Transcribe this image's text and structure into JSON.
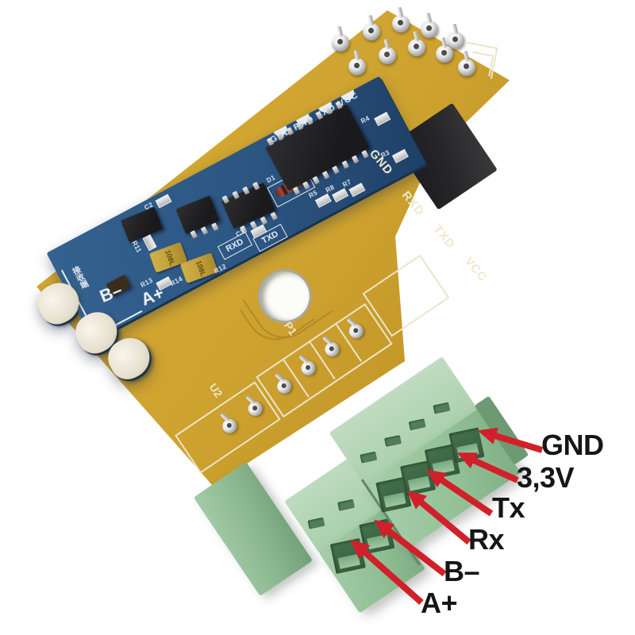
{
  "annotation": {
    "arrow_color": "#d1202a",
    "label_color": "#161616",
    "labels": [
      {
        "text": "GND"
      },
      {
        "text": "3,3V"
      },
      {
        "text": "Tx"
      },
      {
        "text": "Rx"
      },
      {
        "text": "B–"
      },
      {
        "text": "A+"
      }
    ]
  },
  "carrier_board": {
    "connector_labels": [
      "GND",
      "RXD",
      "TXD",
      "VCC"
    ],
    "silk_labels": {
      "p1": "P1",
      "u2": "U2"
    }
  },
  "module_board": {
    "edge_text": "GND RXD TXD VCC",
    "signal_boxes": [
      "RXD",
      "TXD"
    ],
    "bus_labels": [
      "B–",
      "A+"
    ],
    "chinese_text": "接收端",
    "capacitor_marking": "108L",
    "component_labels": [
      "C2",
      "R11",
      "R13",
      "R14",
      "D1",
      "C3",
      "R12",
      "R5",
      "R8",
      "R7",
      "R3",
      "R4"
    ]
  },
  "colors": {
    "pcb_yellow": "#cda22f",
    "pcb_blue": "#2c5582",
    "terminal_green": "#9cc7a0",
    "arrow_red": "#d1202a"
  }
}
